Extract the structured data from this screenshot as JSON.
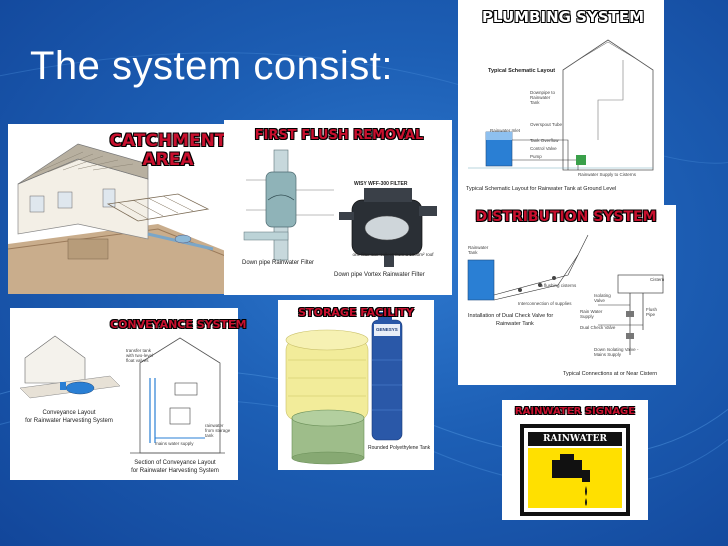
{
  "title": "The system consist:",
  "catchment": {
    "heading_line1": "CATCHMENT",
    "heading_line2": "AREA"
  },
  "first_flush": {
    "heading": "FIRST FLUSH REMOVAL",
    "caption_left": "Down pipe Rainwater Filter",
    "caption_right": "Down pipe Vortex Rainwater Filter",
    "filter_title": "WISY WFF-300 FILTER",
    "filter_note": "one filter can 'collect' from a 1800m² roof"
  },
  "plumbing": {
    "heading": "PLUMBING SYSTEM",
    "layout_title": "Typical Schematic Layout",
    "caption": "Typical Schematic Layout for Rainwater Tank at Ground Level",
    "labels": [
      "Downpipe to Rainwater Tank",
      "Overspout Tube",
      "Rainwater Inlet",
      "Tank Overflow",
      "Control Valve",
      "Pump",
      "Rainwater Supply to Cisterns"
    ]
  },
  "distribution": {
    "heading": "DISTRIBUTION  SYSTEM",
    "caption_left_line1": "Installation of Dual Check Valve for",
    "caption_left_line2": "Rainwater Tank",
    "caption_right": "Typical Connections at or Near Cistern",
    "labels": [
      "Rainwater Tank",
      "To flushing cisterns",
      "Interconnection of supplies",
      "Isolating Valve",
      "Rain Water Supply",
      "Dual Check Valve",
      "Down Isolating Valve - Mains Supply",
      "Flush Pipe",
      "Cistern",
      "Isolating valve",
      "Dual check valve"
    ]
  },
  "conveyance": {
    "heading": "CONVEYANCE SYSTEM",
    "caption_left_line1": "Conveyance Layout",
    "caption_left_line2": "for Rainwater Harvesting System",
    "caption_bottom_line1": "Section of Conveyance Layout",
    "caption_bottom_line2": "for Rainwater Harvesting System",
    "labels": [
      "transfer tank with two-level float valves",
      "rainwater from storage tank",
      "mains water supply"
    ]
  },
  "storage": {
    "heading": "STORAGE FACILITY",
    "caption": "Rounded Polyethylene Tank",
    "tank_brand": "GENESYS"
  },
  "signage": {
    "heading": "RAINWATER SIGNAGE",
    "sign_text": "RAINWATER"
  },
  "colors": {
    "background": "#1d5fb5",
    "heading_red": "#c8102e",
    "sign_yellow": "#ffe000",
    "tank_blue": "#2a7fd4"
  }
}
